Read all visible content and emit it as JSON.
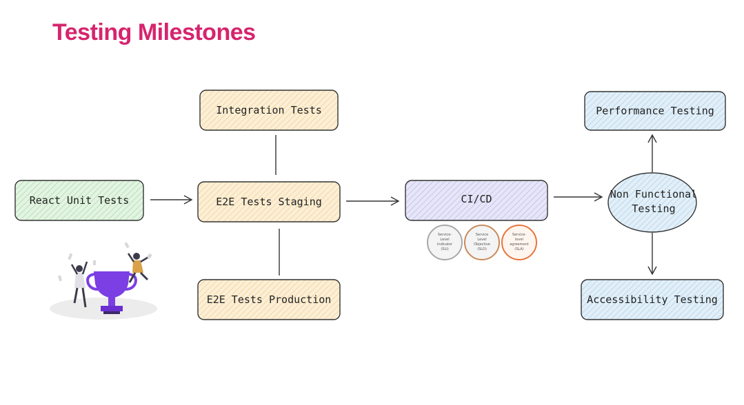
{
  "title": "Testing Milestones",
  "colors": {
    "title": "#d6246e",
    "green_fill": "#d9f1d8",
    "orange_fill": "#fbe8c6",
    "purple_fill": "#dcdcf5",
    "blue_fill": "#d7e8f4",
    "stroke": "#333333",
    "trophy": "#7b3fe4"
  },
  "nodes": {
    "react_unit_tests": "React Unit Tests",
    "integration_tests": "Integration Tests",
    "e2e_staging": "E2E Tests Staging",
    "e2e_production": "E2E Tests Production",
    "cicd": "CI/CD",
    "non_functional_line1": "Non Functional",
    "non_functional_line2": "Testing",
    "performance_testing": "Performance Testing",
    "accessibility_testing": "Accessibility Testing"
  },
  "service_levels": [
    {
      "l1": "Service-",
      "l2": "Level",
      "l3": "Indicator",
      "l4": "(SLI)"
    },
    {
      "l1": "Service",
      "l2": "Level",
      "l3": "Objective",
      "l4": "(SLO)"
    },
    {
      "l1": "Service-",
      "l2": "level",
      "l3": "agreement",
      "l4": "(SLA)"
    }
  ],
  "icons": [
    "trophy-icon",
    "celebrating-person-icon"
  ]
}
